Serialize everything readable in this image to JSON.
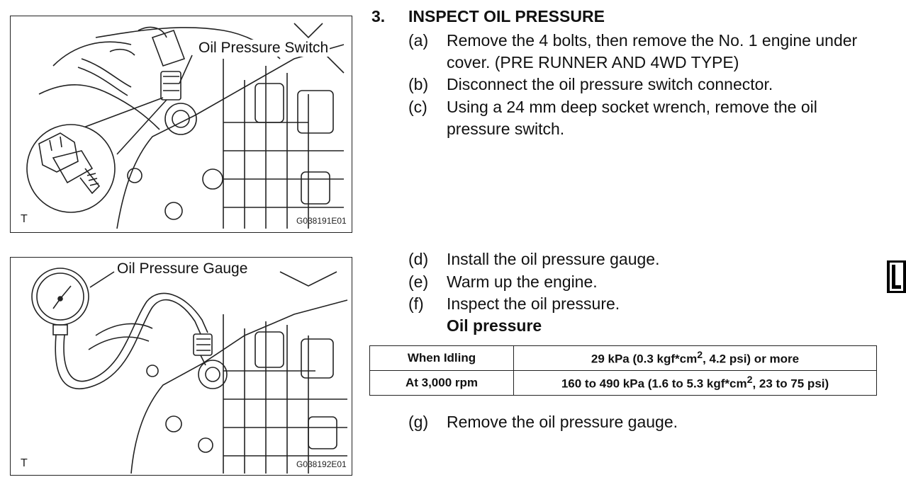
{
  "figure1": {
    "label": "Oil Pressure Switch",
    "corner": "T",
    "code": "G038191E01"
  },
  "figure2": {
    "label": "Oil Pressure Gauge",
    "corner": "T",
    "code": "G038192E01"
  },
  "section": {
    "number": "3.",
    "title": "INSPECT OIL PRESSURE"
  },
  "steps": [
    {
      "letter": "(a)",
      "text": "Remove the 4 bolts, then remove the No. 1 engine under cover. (PRE RUNNER AND 4WD TYPE)"
    },
    {
      "letter": "(b)",
      "text": "Disconnect the oil pressure switch connector."
    },
    {
      "letter": "(c)",
      "text": "Using a 24 mm deep socket wrench, remove the oil pressure switch."
    },
    {
      "letter": "(d)",
      "text": "Install the oil pressure gauge."
    },
    {
      "letter": "(e)",
      "text": "Warm up the engine."
    },
    {
      "letter": "(f)",
      "text": "Inspect the oil pressure."
    },
    {
      "letter": "(g)",
      "text": "Remove the oil pressure gauge."
    }
  ],
  "spec_heading": "Oil pressure",
  "spec_table": {
    "rows": [
      {
        "condition": "When Idling",
        "value_a": "29 kPa (0.3 kgf*cm",
        "sup": "2",
        "value_b": ", 4.2 psi) or more"
      },
      {
        "condition": "At 3,000 rpm",
        "value_a": "160 to 490 kPa (1.6 to 5.3 kgf*cm",
        "sup": "2",
        "value_b": ", 23 to 75 psi)"
      }
    ]
  },
  "side_tab": "L"
}
